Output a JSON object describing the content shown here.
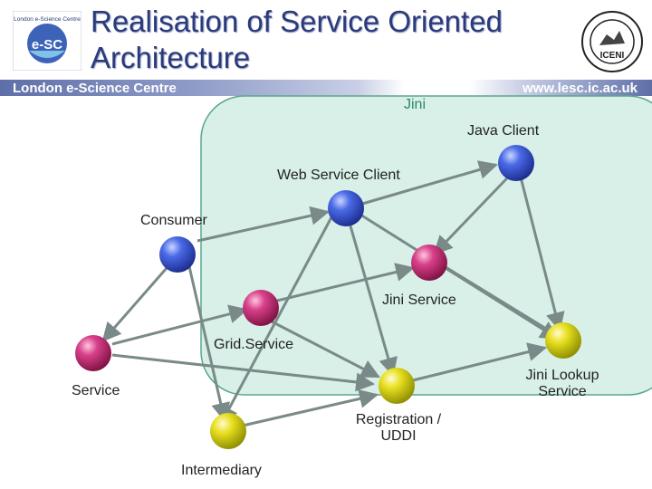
{
  "slide": {
    "title": "Realisation of Service Oriented Architecture",
    "banner_left": "London e-Science Centre",
    "banner_right": "www.lesc.ic.ac.uk",
    "logo_left_text": "London e-Science Centre",
    "logo_left_mark": "e-SC",
    "logo_right_text": "ICENI"
  },
  "diagram": {
    "region_label": "Jini",
    "labels": {
      "java_client": "Java Client",
      "web_service_client": "Web Service Client",
      "consumer": "Consumer",
      "jini_service": "Jini Service",
      "grid_service": "Grid.Service",
      "jini_lookup_1": "Jini Lookup",
      "jini_lookup_2": "Service",
      "service": "Service",
      "registration_1": "Registration /",
      "registration_2": "UDDI",
      "intermediary": "Intermediary"
    },
    "colors": {
      "blue": "#2f4fd0",
      "pink": "#c8307a",
      "yellow": "#d8d010",
      "jini_region": "#d8f0e8",
      "jini_border": "#5aa88a",
      "edge": "#7a8a88",
      "title": "#2b3a7a"
    }
  }
}
